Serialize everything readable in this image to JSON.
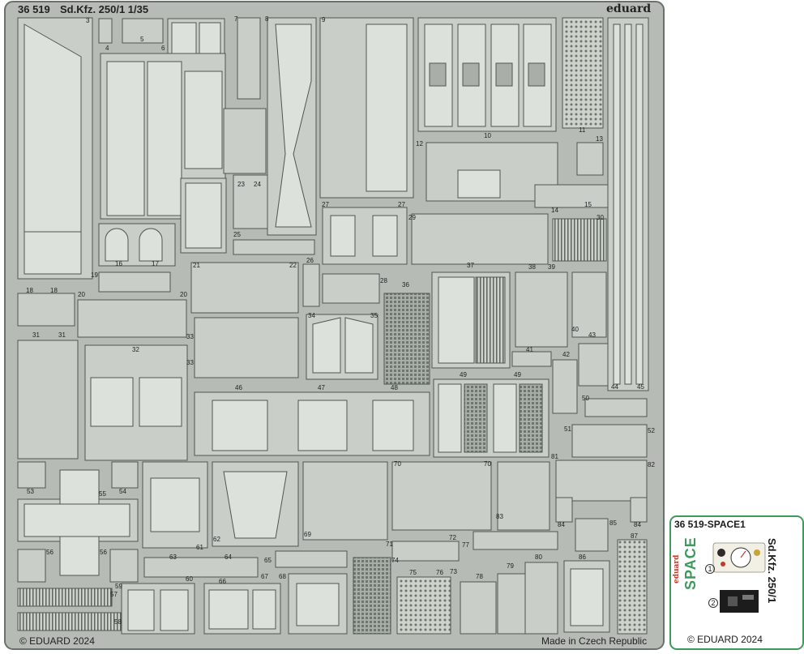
{
  "main_fret": {
    "set_code": "36 519",
    "title": "Sd.Kfz. 250/1 1/35",
    "brand": "eduard",
    "copyright": "© EDUARD 2024",
    "origin": "Made in Czech Republic",
    "part_numbers": [
      "3",
      "4",
      "5",
      "6",
      "7",
      "8",
      "9",
      "10",
      "11",
      "12",
      "13",
      "14",
      "15",
      "16",
      "17",
      "18",
      "18",
      "19",
      "20",
      "20",
      "21",
      "22",
      "23",
      "24",
      "25",
      "26",
      "27",
      "27",
      "28",
      "29",
      "30",
      "31",
      "31",
      "32",
      "33",
      "33",
      "34",
      "35",
      "36",
      "37",
      "38",
      "39",
      "40",
      "41",
      "42",
      "43",
      "44",
      "45",
      "46",
      "47",
      "48",
      "49",
      "49",
      "50",
      "51",
      "52",
      "53",
      "54",
      "55",
      "56",
      "56",
      "57",
      "58",
      "59",
      "60",
      "61",
      "62",
      "63",
      "64",
      "65",
      "66",
      "67",
      "68",
      "69",
      "70",
      "70",
      "71",
      "72",
      "73",
      "74",
      "75",
      "76",
      "77",
      "78",
      "79",
      "80",
      "81",
      "82",
      "83",
      "84",
      "84",
      "85",
      "86",
      "87"
    ]
  },
  "space_fret": {
    "set_code": "36 519-SPACE1",
    "side_title": "Sd.Kfz. 250/1",
    "logo_small": "eduard",
    "logo_big": "SPACE",
    "part_1": "1",
    "part_2": "2",
    "copyright": "© EDUARD 2024"
  }
}
